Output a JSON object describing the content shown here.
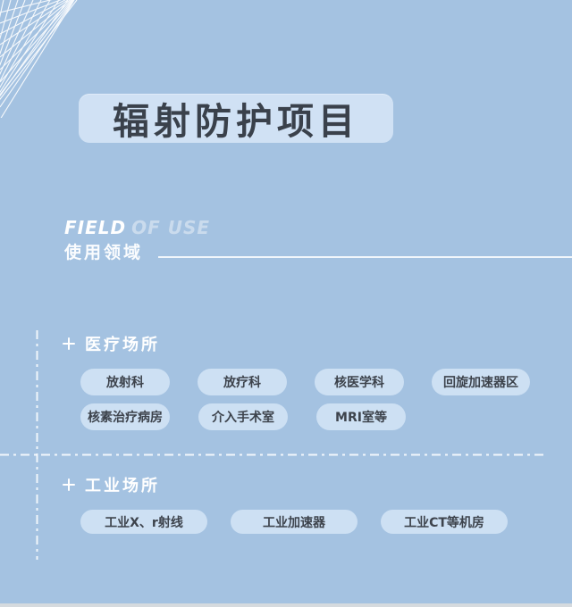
{
  "title": "辐射防护项目",
  "heading": {
    "en_bold": "FIELD",
    "en_light": "OF USE",
    "zh": "使用领域"
  },
  "groups": [
    {
      "label": "医疗场所",
      "rows": [
        [
          "放射科",
          "放疗科",
          "核医学科",
          "回旋加速器区"
        ],
        [
          "核素治疗病房",
          "介入手术室",
          "MRI室等"
        ]
      ]
    },
    {
      "label": "工业场所",
      "rows": [
        [
          "工业X、r射线",
          "工业加速器",
          "工业CT等机房"
        ]
      ]
    }
  ],
  "icons": {
    "plus": "+",
    "grid_decoration": "perspective-mesh"
  },
  "colors": {
    "background": "#a4c2e1",
    "panel": "#d0e1f4",
    "pill": "#cde0f3",
    "dark_text": "#3a414b",
    "white_text": "#ffffff",
    "bottom_strip": "#d5dade"
  }
}
